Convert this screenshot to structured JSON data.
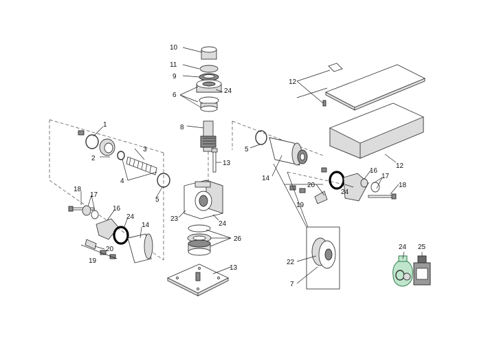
{
  "callouts": [
    {
      "id": "c1",
      "label": "1"
    },
    {
      "id": "c2",
      "label": "2"
    },
    {
      "id": "c3",
      "label": "3"
    },
    {
      "id": "c4",
      "label": "4"
    },
    {
      "id": "c5a",
      "label": "5"
    },
    {
      "id": "c5b",
      "label": "5"
    },
    {
      "id": "c6",
      "label": "6"
    },
    {
      "id": "c7",
      "label": "7"
    },
    {
      "id": "c8",
      "label": "8"
    },
    {
      "id": "c9",
      "label": "9"
    },
    {
      "id": "c10",
      "label": "10"
    },
    {
      "id": "c11",
      "label": "11"
    },
    {
      "id": "c12a",
      "label": "12"
    },
    {
      "id": "c12b",
      "label": "12"
    },
    {
      "id": "c13a",
      "label": "13"
    },
    {
      "id": "c13b",
      "label": "13"
    },
    {
      "id": "c14a",
      "label": "14"
    },
    {
      "id": "c14b",
      "label": "14"
    },
    {
      "id": "c16a",
      "label": "16"
    },
    {
      "id": "c16b",
      "label": "16"
    },
    {
      "id": "c17a",
      "label": "17"
    },
    {
      "id": "c17b",
      "label": "17"
    },
    {
      "id": "c18a",
      "label": "18"
    },
    {
      "id": "c18b",
      "label": "18"
    },
    {
      "id": "c19a",
      "label": "19"
    },
    {
      "id": "c19b",
      "label": "19"
    },
    {
      "id": "c20a",
      "label": "20"
    },
    {
      "id": "c20b",
      "label": "20"
    },
    {
      "id": "c22",
      "label": "22"
    },
    {
      "id": "c23",
      "label": "23"
    },
    {
      "id": "c24a",
      "label": "24"
    },
    {
      "id": "c24b",
      "label": "24"
    },
    {
      "id": "c24c",
      "label": "24"
    },
    {
      "id": "c24d",
      "label": "24"
    },
    {
      "id": "c24e",
      "label": "24"
    },
    {
      "id": "c25",
      "label": "25"
    },
    {
      "id": "c26",
      "label": "26"
    }
  ],
  "colors": {
    "line": "#3a3a3a",
    "oring": "#000000",
    "kit_green": "#4caf7a",
    "bottle": "#6b6b6b"
  }
}
